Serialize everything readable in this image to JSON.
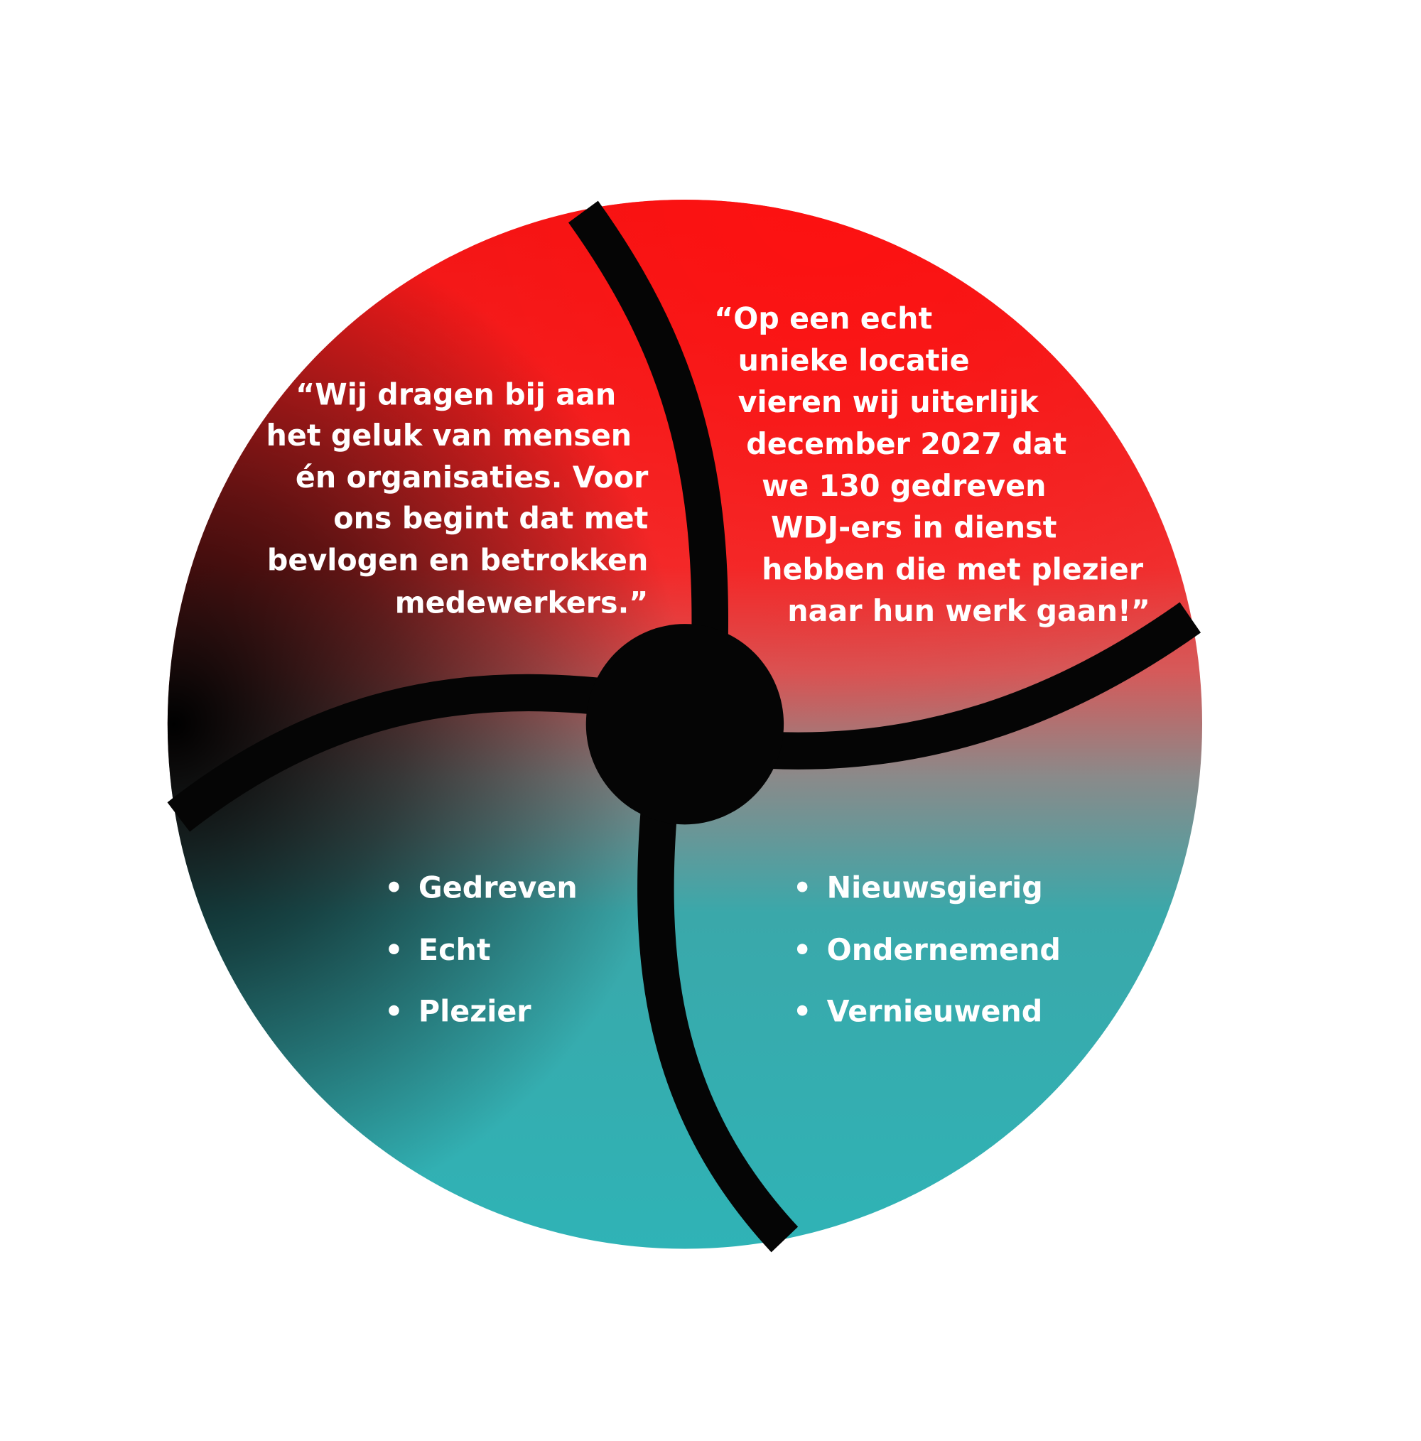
{
  "colors": {
    "red": "#ff1a1a",
    "dark_red": "#5a0000",
    "teal": "#2fb3b6",
    "black": "#050505",
    "text": "#ffffff"
  },
  "quote_left": {
    "lines": [
      "“Wij dragen bij aan",
      "het geluk van mensen",
      "én organisaties. Voor",
      "ons begint dat met",
      "bevlogen en betrokken",
      "medewerkers.”"
    ]
  },
  "quote_right": {
    "lines": [
      "“Op een echt",
      "unieke locatie",
      "vieren wij uiterlijk",
      "december 2027 dat",
      "we 130 gedreven",
      "WDJ-ers in dienst",
      "hebben die met plezier",
      "naar hun werk gaan!”"
    ]
  },
  "values_left": {
    "bullet": "•",
    "items": [
      "Gedreven",
      "Echt",
      "Plezier"
    ]
  },
  "values_right": {
    "bullet": "•",
    "items": [
      "Nieuwsgierig",
      "Ondernemend",
      "Vernieuwend"
    ]
  }
}
